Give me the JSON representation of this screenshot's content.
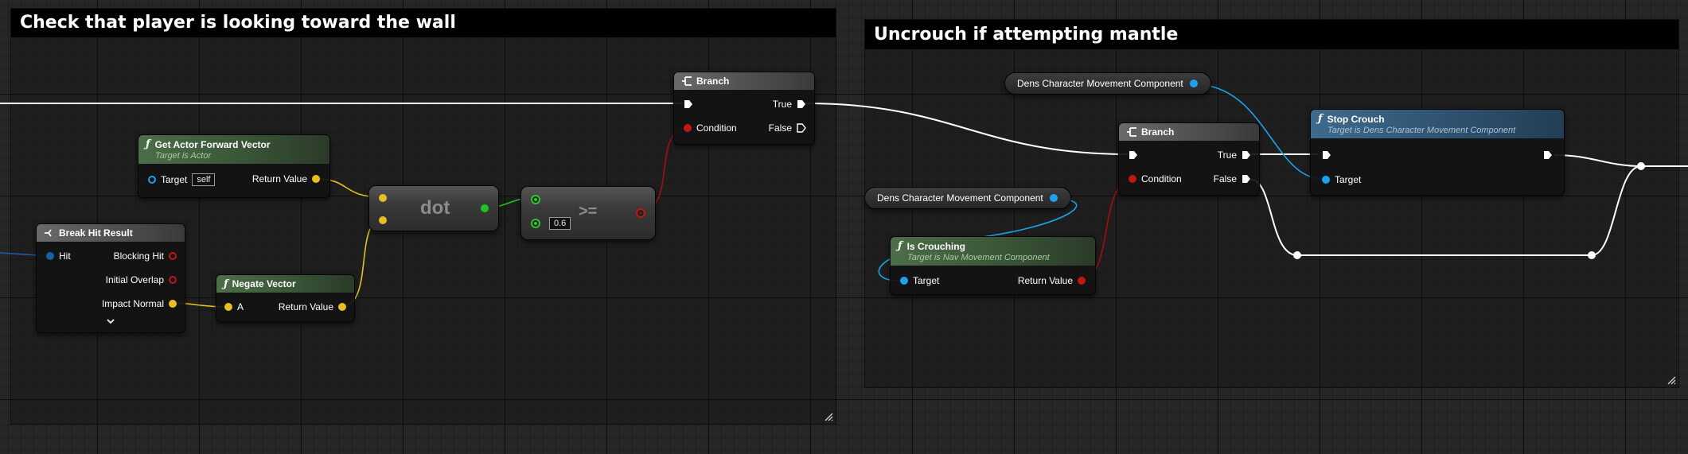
{
  "comments": {
    "left_title": "Check that player is looking toward the wall",
    "right_title": "Uncrouch if attempting mantle"
  },
  "nodes": {
    "get_forward": {
      "title": "Get Actor Forward Vector",
      "subtitle": "Target is Actor",
      "target_label": "Target",
      "target_value": "self",
      "return_label": "Return Value"
    },
    "break_hit": {
      "title": "Break Hit Result",
      "hit_label": "Hit",
      "blocking_hit_label": "Blocking Hit",
      "initial_overlap_label": "Initial Overlap",
      "impact_normal_label": "Impact Normal"
    },
    "negate": {
      "title": "Negate Vector",
      "a_label": "A",
      "return_label": "Return Value"
    },
    "dot": {
      "title": "dot"
    },
    "gte": {
      "title": ">=",
      "b_value": "0.6"
    },
    "branch1": {
      "title": "Branch",
      "condition_label": "Condition",
      "true_label": "True",
      "false_label": "False"
    },
    "branch2": {
      "title": "Branch",
      "condition_label": "Condition",
      "true_label": "True",
      "false_label": "False"
    },
    "dens_cmc_1": {
      "label": "Dens Character Movement Component"
    },
    "dens_cmc_2": {
      "label": "Dens Character Movement Component"
    },
    "is_crouching": {
      "title": "Is Crouching",
      "subtitle": "Target is Nav Movement Component",
      "target_label": "Target",
      "return_label": "Return Value"
    },
    "stop_crouch": {
      "title": "Stop Crouch",
      "subtitle": "Target is Dens Character Movement Component",
      "target_label": "Target"
    }
  },
  "icons": {
    "function": "italic-f",
    "branch": "branch-icon",
    "break_struct": "break-icon",
    "expand": "chevron-down-icon"
  },
  "colors": {
    "exec_wire": "#ffffff",
    "vector_wire": "#e8bf22",
    "float_wire": "#22c222",
    "bool_wire": "#a31010",
    "object_wire": "#1ca3ec",
    "struct_wire": "#1a5ea8",
    "function_header": "#4c6e48",
    "target_function_header": "#3f6a8c"
  }
}
